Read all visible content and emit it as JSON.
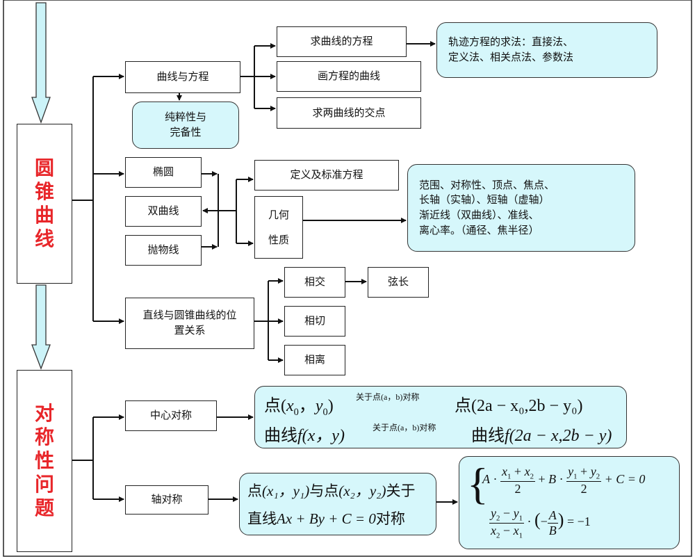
{
  "left_titles": {
    "conic": "圆锥曲线",
    "symmetry": "对称性问题"
  },
  "nodes": {
    "curve_eq": "曲线与方程",
    "purity": "纯粹性与\n完备性",
    "find_eq": "求曲线的方程",
    "draw": "画方程的曲线",
    "intersect_pts": "求两曲线的交点",
    "trajectory": "轨迹方程的求法：直接法、\n定义法、相关点法、参数法",
    "ellipse": "椭圆",
    "hyperbola": "双曲线",
    "parabola": "抛物线",
    "def_std": "定义及标准方程",
    "geo_props": "几何\n\n性质",
    "props_detail": "范围、对称性、顶点、焦点、\n长轴（实轴）、短轴（虚轴）\n渐近线（双曲线）、准线、\n离心率。（通径、焦半径）",
    "line_conic": "直线与圆锥曲线的位\n置关系",
    "intersect": "相交",
    "chord": "弦长",
    "tangent": "相切",
    "separate": "相离",
    "central": "中心对称",
    "axial": "轴对称"
  },
  "formulas": {
    "point": "点",
    "curve": "曲线",
    "about_label": "关于点(a，b)对称",
    "x0": "x",
    "y0": "y",
    "target_point": "(2a − x₀,2b − y₀)",
    "f_expr": "f(x，y)",
    "target_curve": "f(2a − x,2b − y)",
    "p1": "(x₁，y₁)",
    "and_point": "与点",
    "p2": "(x₂，y₂)",
    "about": "关于",
    "line_word": "直线",
    "line_eq": "Ax + By + C = 0",
    "sym": "对称",
    "sys_eq1_right": "+ C = 0",
    "sys_eq2_right": "= −1"
  }
}
